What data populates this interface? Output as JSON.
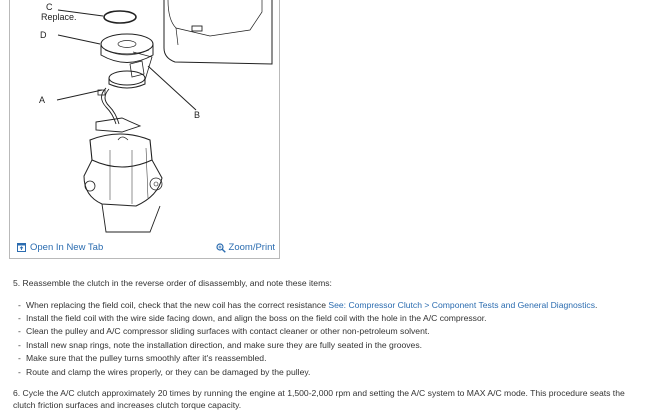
{
  "figure": {
    "callouts": {
      "c": "C",
      "replace": "Replace.",
      "d": "D",
      "a": "A",
      "b": "B"
    },
    "open_tab_label": "Open In New Tab",
    "zoom_label": "Zoom/Print",
    "link_color": "#2b6cb0"
  },
  "instructions": {
    "step5": "5. Reassemble the clutch in the reverse order of disassembly, and note these items:",
    "bullets": [
      {
        "text_before": "When replacing the field coil, check that the new coil has the correct resistance ",
        "link": "See: Compressor Clutch > Component Tests and General Diagnostics",
        "text_after": "."
      },
      {
        "text": "Install the field coil with the wire side facing down, and align the boss on the field coil with the hole in the A/C compressor."
      },
      {
        "text": "Clean the pulley and A/C compressor sliding surfaces with contact cleaner or other non-petroleum solvent."
      },
      {
        "text": "Install new snap rings, note the installation direction, and make sure they are fully seated in the grooves."
      },
      {
        "text": "Make sure that the pulley turns smoothly after it's reassembled."
      },
      {
        "text": "Route and clamp the wires properly, or they can be damaged by the pulley."
      }
    ],
    "step6": "6. Cycle the A/C clutch approximately 20 times by running the engine at 1,500-2,000 rpm and setting the A/C system to MAX A/C mode. This procedure seats the clutch friction surfaces and increases clutch torque capacity."
  }
}
